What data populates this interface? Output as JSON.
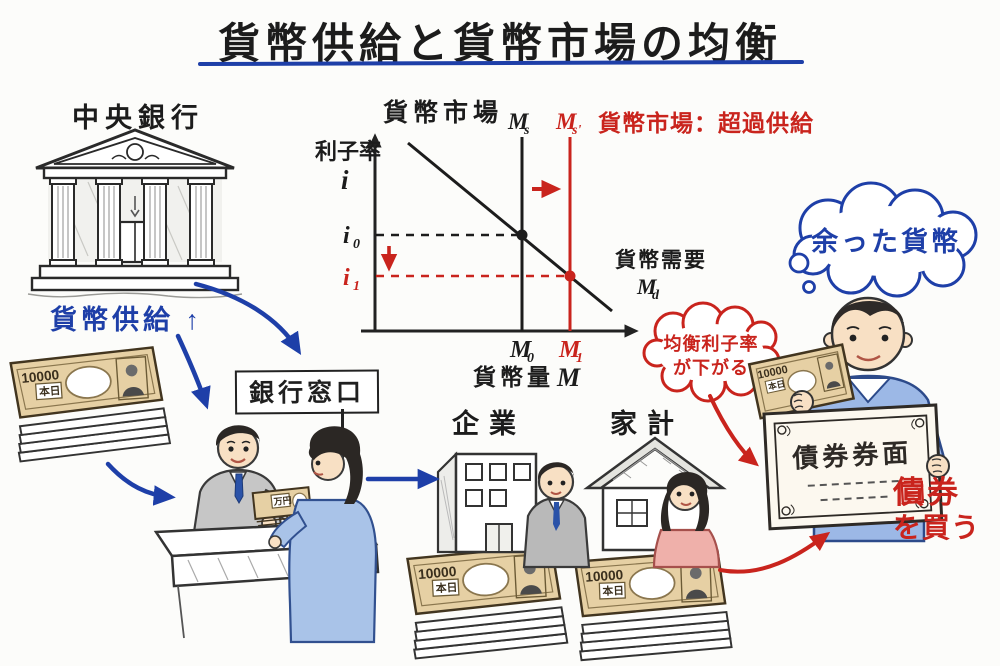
{
  "colors": {
    "ink": "#1f1f1f",
    "accent_blue": "#1e3fa8",
    "accent_red": "#c9241d",
    "bill_tan": "#e6d0a4",
    "sweater_blue": "#9cb8e6",
    "suit_gray": "#c6c6c6",
    "pink_top": "#efb0aa",
    "skin": "#f8e0c4",
    "paper": "#fcf8ef"
  },
  "title": "貨幣供給と貨幣市場の均衡",
  "central_bank": {
    "label": "中央銀行",
    "supply_note": "貨幣供給 ↑"
  },
  "bank_window": {
    "label": "銀行窓口"
  },
  "company": {
    "label": "企業"
  },
  "household": {
    "label": "家計"
  },
  "chart": {
    "title": "貨幣市場",
    "excess_supply_note": "貨幣市場：超過供給",
    "y_label": "利子率",
    "y_symbol": "i",
    "x_label": "貨幣量",
    "x_symbol": "M",
    "ms": {
      "base": "M",
      "sub": "s"
    },
    "ms_prime": {
      "base": "M",
      "sub": "s'"
    },
    "demand_label": "貨幣需要",
    "md": {
      "base": "M",
      "sub": "d"
    },
    "i0": {
      "base": "i",
      "sub": "0"
    },
    "i1": {
      "base": "i",
      "sub": "1"
    },
    "m0": {
      "base": "M",
      "sub": "0"
    },
    "m1": {
      "base": "M",
      "sub": "1"
    }
  },
  "chart_data": {
    "type": "line",
    "title": "貨幣市場",
    "xlabel": "貨幣量 M",
    "ylabel": "利子率 i",
    "series": [
      {
        "name": "貨幣需要 Md",
        "kind": "demand-curve",
        "shape": "downward-sloping straight line from upper-left to lower-right",
        "color": "black"
      },
      {
        "name": "Ms",
        "kind": "vertical-supply-line",
        "x": "M0",
        "color": "black"
      },
      {
        "name": "Ms'",
        "kind": "vertical-supply-line",
        "x": "M1",
        "color": "red"
      }
    ],
    "points": [
      {
        "label": "initial equilibrium",
        "x": "M0",
        "y": "i0",
        "color": "black"
      },
      {
        "label": "new equilibrium",
        "x": "M1",
        "y": "i1",
        "color": "red"
      }
    ],
    "shift": {
      "from": "Ms",
      "to": "Ms'",
      "direction": "right"
    },
    "result": "interest rate falls from i0 to i1",
    "annotations": [
      "貨幣市場：超過供給",
      "均衡利子率が下がる"
    ],
    "grid": false,
    "legend": false
  },
  "callouts": {
    "rate_falls_line1": "均衡利子率",
    "rate_falls_line2": "が下がる",
    "leftover_money": "余った貨幣"
  },
  "bond": {
    "certificate_title": "債券券面",
    "buy_line1": "債券",
    "buy_line2": "を買う"
  },
  "bill": {
    "denomination": "10000",
    "label": "本日",
    "band_label": "万円"
  }
}
